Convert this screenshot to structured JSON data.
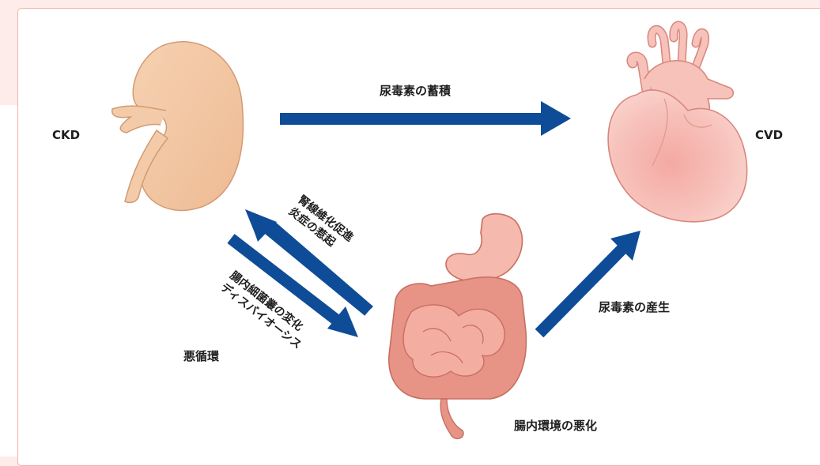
{
  "diagram": {
    "nodes": {
      "ckd": "CKD",
      "cvd": "CVD"
    },
    "labels": {
      "uremic_toxin_accumulation": "尿毒素の蓄積",
      "uremic_toxin_production": "尿毒素の産生",
      "gut_environment_worsening": "腸内環境の悪化",
      "vicious_cycle": "悪循環",
      "renal_fibrosis_line1": "腎線維化促進",
      "renal_fibrosis_line2": "炎症の惹起",
      "dysbiosis_line1": "腸内細菌叢の変化",
      "dysbiosis_line2": "ディスバイオーシス"
    },
    "colors": {
      "arrow": "#0f4c97",
      "panel_border": "#f2b3a8",
      "background": "#fdecea",
      "kidney": "#f1c4a0",
      "heart": "#f6bcb4",
      "intestine": "#e79385"
    },
    "icons": [
      "kidney-icon",
      "heart-icon",
      "intestine-icon"
    ]
  }
}
